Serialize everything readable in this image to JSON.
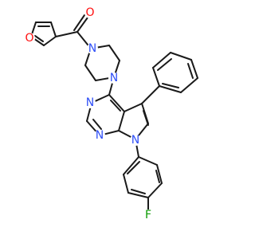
{
  "molecule": {
    "colors": {
      "bond": "#1a1a1a",
      "oxygen": "#ff0d0d",
      "nitrogen": "#3050f8",
      "fluorine": "#0a9a00",
      "background": "#ffffff"
    },
    "atoms": {
      "carbonyl_oxygen": "O",
      "furan_oxygen": "O",
      "piperazine_n_top": "N",
      "piperazine_n_bottom": "N",
      "pyrimidine_n_upper": "N",
      "pyrimidine_n_lower": "N",
      "pyrrole_n": "N",
      "fluorine": "F"
    }
  }
}
